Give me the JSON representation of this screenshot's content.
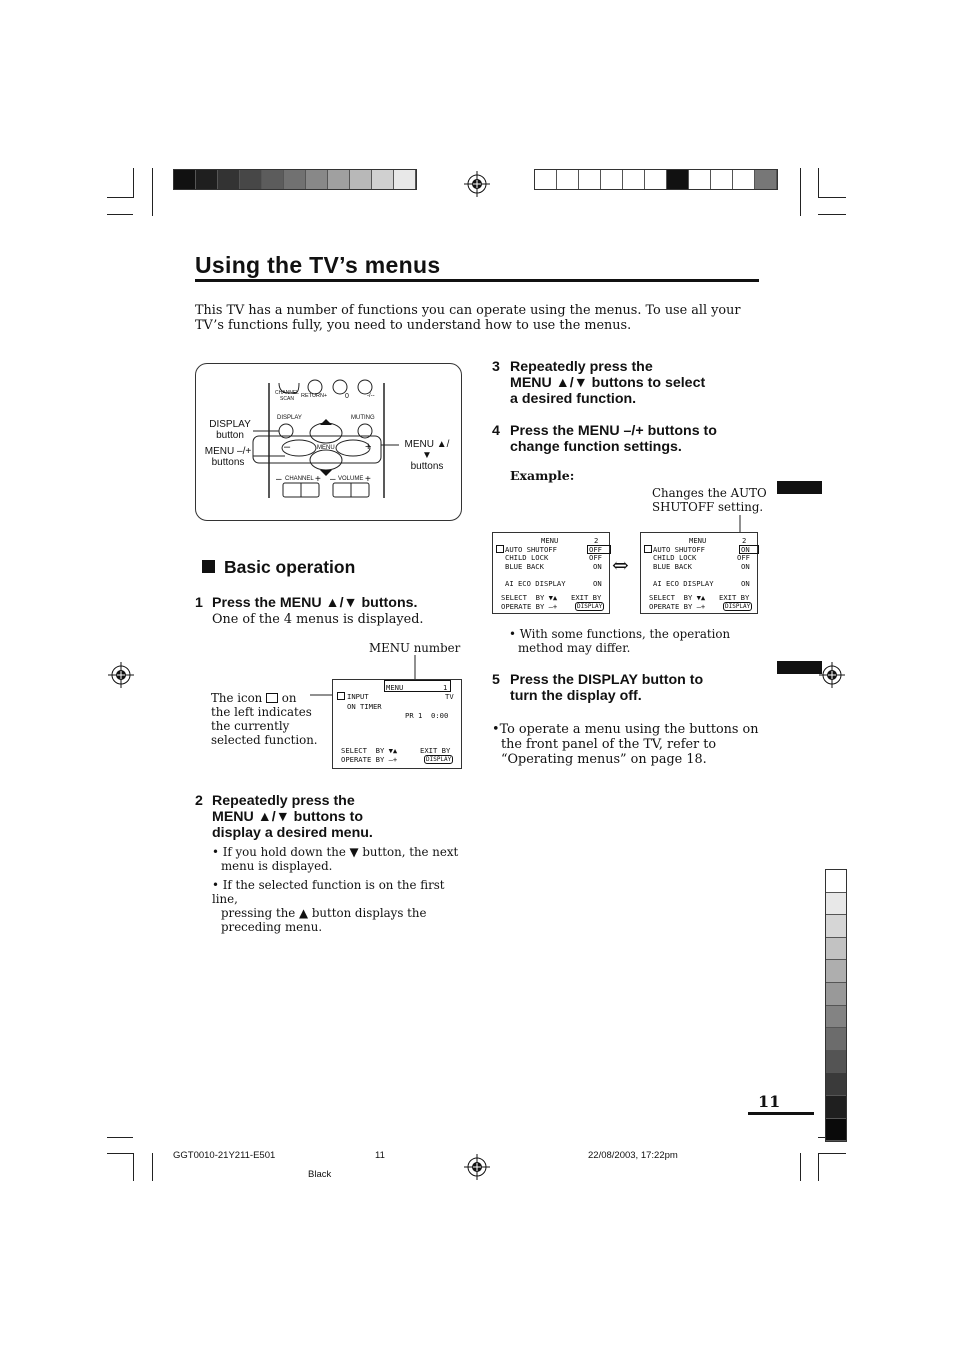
{
  "header": {
    "swatches_left": [
      "#111111",
      "#1f1f1f",
      "#333333",
      "#474747",
      "#5c5c5c",
      "#717171",
      "#888888",
      "#a0a0a0",
      "#b8b8b8",
      "#d0d0d0",
      "#e8e8e8"
    ],
    "swatches_right": [
      "#ffffff",
      "#ffffff",
      "#ffffff",
      "#ffffff",
      "#ffffff",
      "#ffffff",
      "#111111",
      "#ffffff",
      "#ffffff",
      "#ffffff",
      "#777777"
    ]
  },
  "page": {
    "title": "Using the TV’s menus",
    "intro": "This TV has a number of functions you can operate using the menus. To use all your TV’s functions fully, you need to understand how to use the menus.",
    "page_number": "11"
  },
  "remote": {
    "display_label_1": "DISPLAY",
    "display_label_2": "button",
    "menu_minus_label_1": "MENU –/+",
    "menu_minus_label_2": "buttons",
    "menu_updown_label_1": "MENU ▲/▼",
    "menu_updown_label_2": "buttons",
    "key_channel_scan_1": "CHANNEL",
    "key_channel_scan_2": "SCAN",
    "key_return": "RETURN+",
    "key_zero": "0",
    "key_dash": "-/--",
    "key_display": "DISPLAY",
    "key_muting": "MUTING",
    "key_menu": "MENU",
    "key_minus": "–",
    "key_plus": "+",
    "key_channel": "CHANNEL",
    "key_volume": "VOLUME",
    "key_channel_minus": "–",
    "key_channel_plus": "+",
    "key_volume_minus": "–",
    "key_volume_plus": "+"
  },
  "basic": {
    "heading": "Basic operation",
    "step1_num": "1",
    "step1_title": "Press the MENU ▲/▼ buttons.",
    "step1_note": "One of the 4 menus is displayed.",
    "menu_number_label": "MENU number",
    "icon_caption_1": "The icon",
    "icon_caption_1b": "on",
    "icon_caption_2": "the left indicates",
    "icon_caption_3": "the currently",
    "icon_caption_4": "selected function.",
    "screen1": {
      "menu": "MENU",
      "num": "1",
      "input": "INPUT",
      "tv": "TV",
      "on_timer": "ON TIMER",
      "pr": "PR 1  0:00",
      "select": "SELECT  BY ▼▲",
      "exit": "EXIT BY",
      "operate": "OPERATE BY –+",
      "display": "DISPLAY"
    },
    "step2_num": "2",
    "step2_line1": "Repeatedly press the",
    "step2_line2": "MENU ▲/▼ buttons to",
    "step2_line3": "display  a desired menu.",
    "step2_bullet1_a": "If you hold down the ▼ button, the next",
    "step2_bullet1_b": "menu is displayed.",
    "step2_bullet2_a": "If the selected function is on the first line,",
    "step2_bullet2_b": "pressing the ▲ button displays the",
    "step2_bullet2_c": "preceding menu."
  },
  "right": {
    "step3_num": "3",
    "step3_line1": "Repeatedly press the",
    "step3_line2": "MENU ▲/▼ buttons to select",
    "step3_line3": "a desired function.",
    "step4_num": "4",
    "step4_line1": "Press the MENU –/+ buttons to",
    "step4_line2": "change function settings.",
    "example": "Example:",
    "changes_1": "Changes the AUTO",
    "changes_2": "SHUTOFF setting.",
    "arrow": "⇔",
    "screen2": {
      "menu": "MENU",
      "num": "2",
      "auto": "AUTO SHUTOFF",
      "auto_val": "OFF",
      "child": "CHILD LOCK",
      "child_val": "OFF",
      "blue": "BLUE BACK",
      "blue_val": "ON",
      "ai": "AI ECO DISPLAY",
      "ai_val": "ON",
      "select": "SELECT  BY ▼▲",
      "exit": "EXIT BY",
      "operate": "OPERATE BY –+",
      "display": "DISPLAY"
    },
    "screen3": {
      "menu": "MENU",
      "num": "2",
      "auto": "AUTO SHUTOFF",
      "auto_val": "ON",
      "child": "CHILD LOCK",
      "child_val": "OFF",
      "blue": "BLUE BACK",
      "blue_val": "ON",
      "ai": "AI ECO DISPLAY",
      "ai_val": "ON",
      "select": "SELECT  BY ▼▲",
      "exit": "EXIT BY",
      "operate": "OPERATE BY –+",
      "display": "DISPLAY"
    },
    "note_1": "With some functions, the operation",
    "note_2": "method may differ.",
    "step5_num": "5",
    "step5_line1": "Press the DISPLAY button to",
    "step5_line2": "turn the display off.",
    "front_1": "To operate a menu using the buttons on",
    "front_2": "the front panel of the TV, refer to",
    "front_3": "“Operating menus” on page 18."
  },
  "footer": {
    "code": "GGT0010-21Y211-E501",
    "page": "11",
    "date": "22/08/2003, 17:22pm",
    "color": "Black"
  },
  "side_swatches": [
    "#ffffff",
    "#e8e8e8",
    "#d6d6d6",
    "#c2c2c2",
    "#aeaeae",
    "#999999",
    "#838383",
    "#6c6c6c",
    "#545454",
    "#3a3a3a",
    "#1f1f1f",
    "#0a0a0a"
  ]
}
